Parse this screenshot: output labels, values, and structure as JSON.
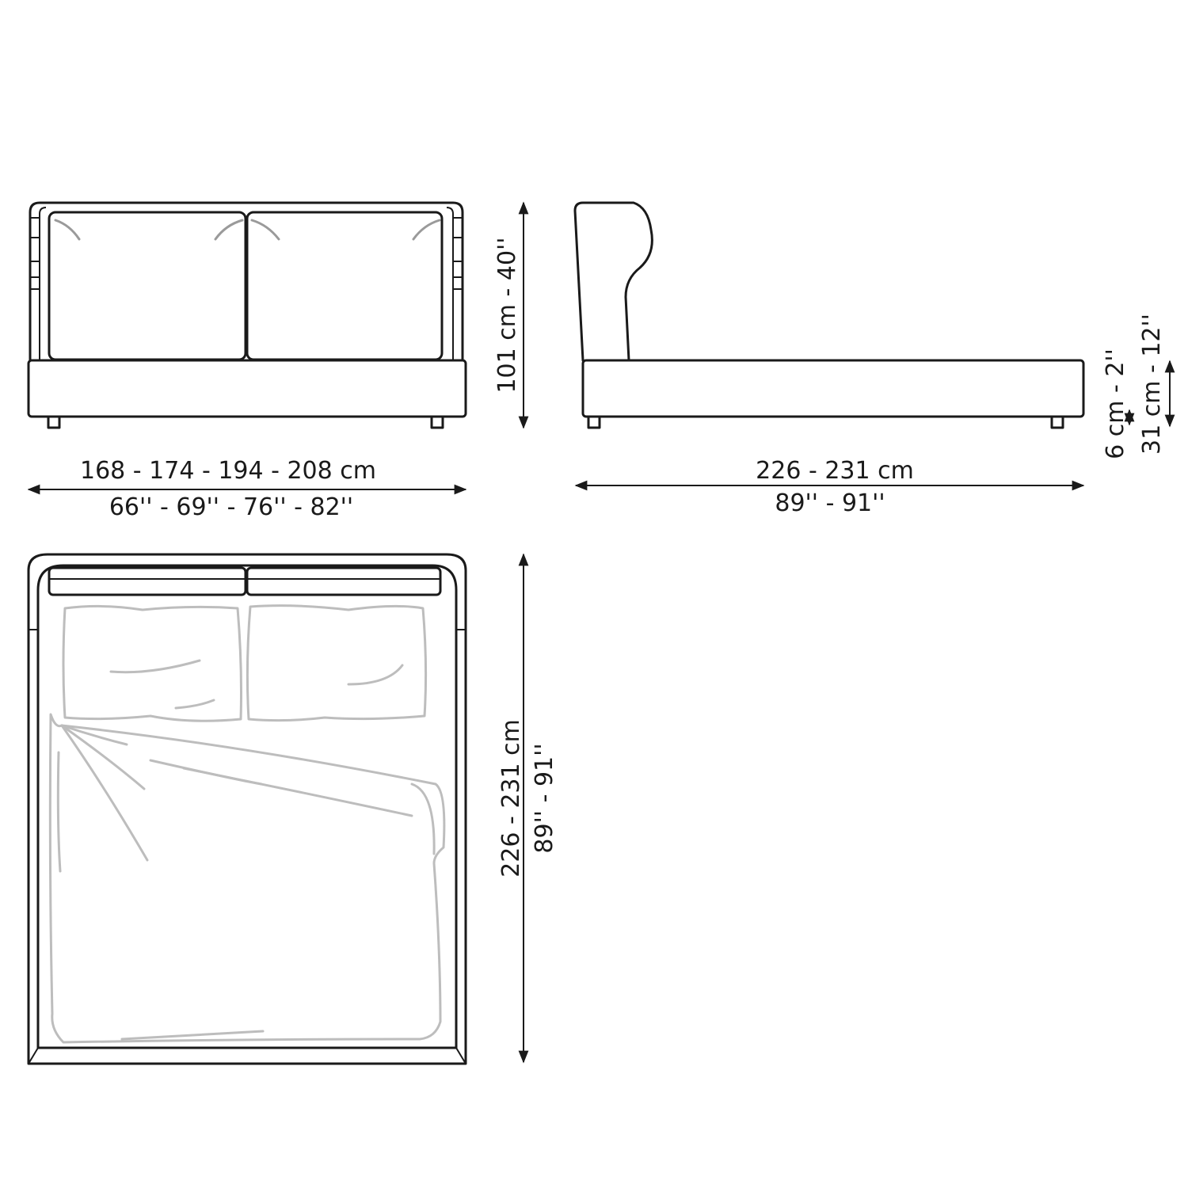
{
  "front_view": {
    "width_cm": "168 - 174 - 194 - 208 cm",
    "width_in": "66'' - 69'' - 76'' - 82''",
    "height": "101 cm - 40''"
  },
  "side_view": {
    "length_cm": "226 - 231 cm",
    "length_in": "89'' - 91''",
    "clearance": "6 cm - 2''",
    "base_height": "31 cm - 12''"
  },
  "top_view": {
    "length_cm": "226 - 231 cm",
    "length_in": "89'' - 91''"
  }
}
